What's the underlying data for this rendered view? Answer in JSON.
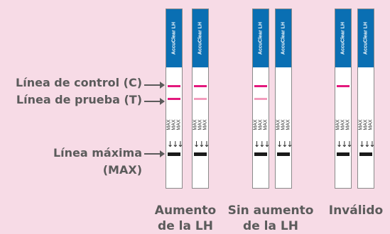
{
  "labels": {
    "control_line": "Línea de control (C)",
    "test_line": "Línea de prueba (T)",
    "max_line_1": "Línea máxima",
    "max_line_2": "(MAX)"
  },
  "groups": [
    {
      "line1": "Aumento",
      "line2": "de la LH"
    },
    {
      "line1": "Sin aumento",
      "line2": "de la LH"
    },
    {
      "line1": "Inválido",
      "line2": ""
    }
  ],
  "strip_brand": "AccuClear LH",
  "max_marker": "MAX",
  "colors": {
    "background": "#f7dbe6",
    "strip_head": "#0a6fb3",
    "line_strong": "#e3197d",
    "line_faint": "#f29cbd",
    "text": "#5b5b5b"
  },
  "strips": [
    {
      "c": "strong",
      "t": "strong"
    },
    {
      "c": "strong",
      "t": "faint"
    },
    {
      "c": "strong",
      "t": "faint"
    },
    {
      "c": "none",
      "t": "none"
    },
    {
      "c": "strong",
      "t": "none"
    },
    {
      "c": "none",
      "t": "none"
    }
  ]
}
